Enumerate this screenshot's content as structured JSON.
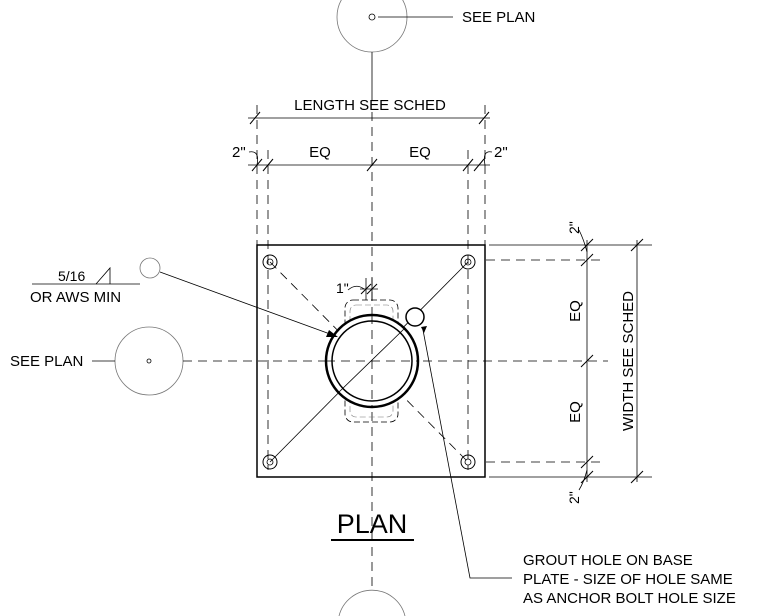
{
  "labels": {
    "see_plan_top": "SEE PLAN",
    "see_plan_left": "SEE PLAN",
    "length": "LENGTH SEE SCHED",
    "width": "WIDTH SEE SCHED",
    "eq_top_left": "EQ",
    "eq_top_right": "EQ",
    "eq_side_upper": "EQ",
    "eq_side_lower": "EQ",
    "two_in_top_left": "2\"",
    "two_in_top_right": "2\"",
    "two_in_side_top": "2\"",
    "two_in_side_bottom": "2\"",
    "one_in": "1\"",
    "weld_size": "5/16",
    "weld_note": "OR AWS MIN",
    "title": "PLAN",
    "grout_line1": "GROUT HOLE ON BASE",
    "grout_line2": "PLATE - SIZE OF HOLE SAME",
    "grout_line3": "AS ANCHOR BOLT HOLE SIZE"
  }
}
